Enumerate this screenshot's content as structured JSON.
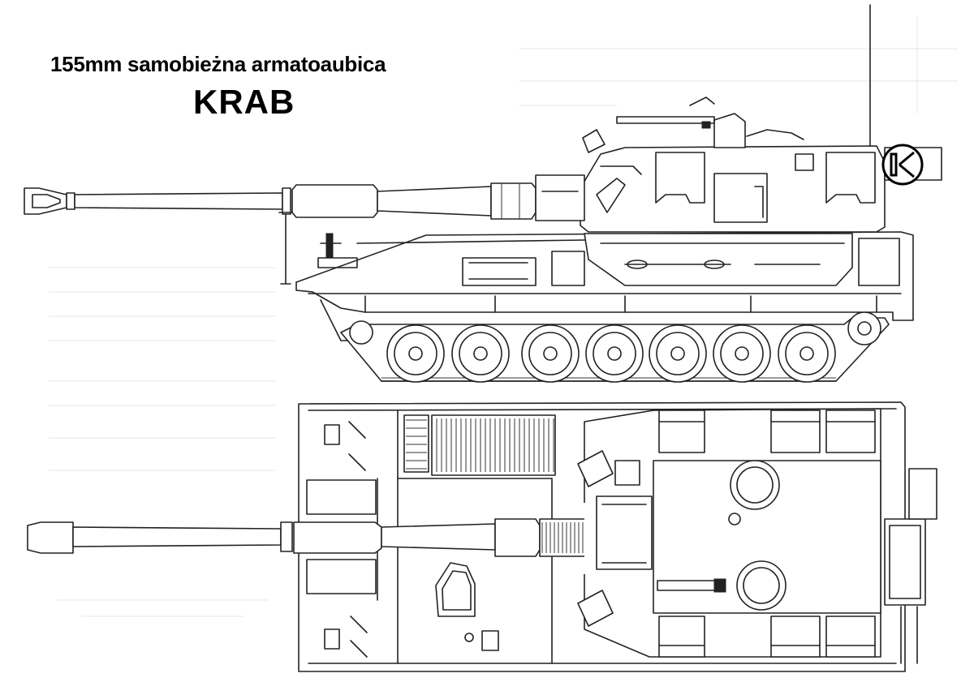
{
  "heading": {
    "subtitle": "155mm samobieżna armatoaubica",
    "title": "KRAB"
  },
  "emblem": {
    "icon": "crab-insignia-icon",
    "stroke_color": "#000000"
  },
  "road_wheels": {
    "count": 7
  }
}
